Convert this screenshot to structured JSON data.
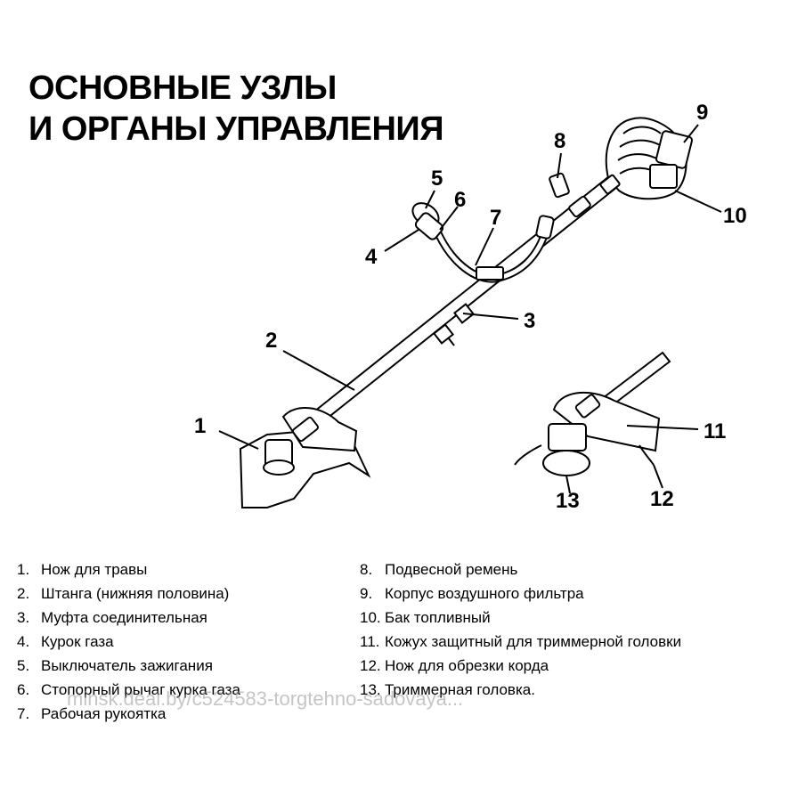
{
  "title": {
    "line1": "ОСНОВНЫЕ УЗЛЫ",
    "line2": "И ОРГАНЫ УПРАВЛЕНИЯ"
  },
  "callouts": [
    "1",
    "2",
    "3",
    "4",
    "5",
    "6",
    "7",
    "8",
    "9",
    "10",
    "11",
    "12",
    "13"
  ],
  "legend": {
    "left": [
      {
        "num": "1.",
        "text": "Нож для травы"
      },
      {
        "num": "2.",
        "text": "Штанга (нижняя половина)"
      },
      {
        "num": "3.",
        "text": "Муфта соединительная"
      },
      {
        "num": "4.",
        "text": "Курок газа"
      },
      {
        "num": "5.",
        "text": "Выключатель зажигания"
      },
      {
        "num": "6.",
        "text": "Стопорный рычаг курка газа"
      },
      {
        "num": "7.",
        "text": "Рабочая рукоятка"
      }
    ],
    "right": [
      {
        "num": "8.",
        "text": "Подвесной ремень"
      },
      {
        "num": "9.",
        "text": "Корпус воздушного фильтра"
      },
      {
        "num": "10.",
        "text": "Бак топливный"
      },
      {
        "num": "11.",
        "text": "Кожух защитный для триммерной головки"
      },
      {
        "num": "12.",
        "text": "Нож для обрезки корда"
      },
      {
        "num": "13.",
        "text": "Триммерная головка."
      }
    ]
  },
  "watermark": "minsk.deal.by/c524583-torgtehno-sadovaya..."
}
